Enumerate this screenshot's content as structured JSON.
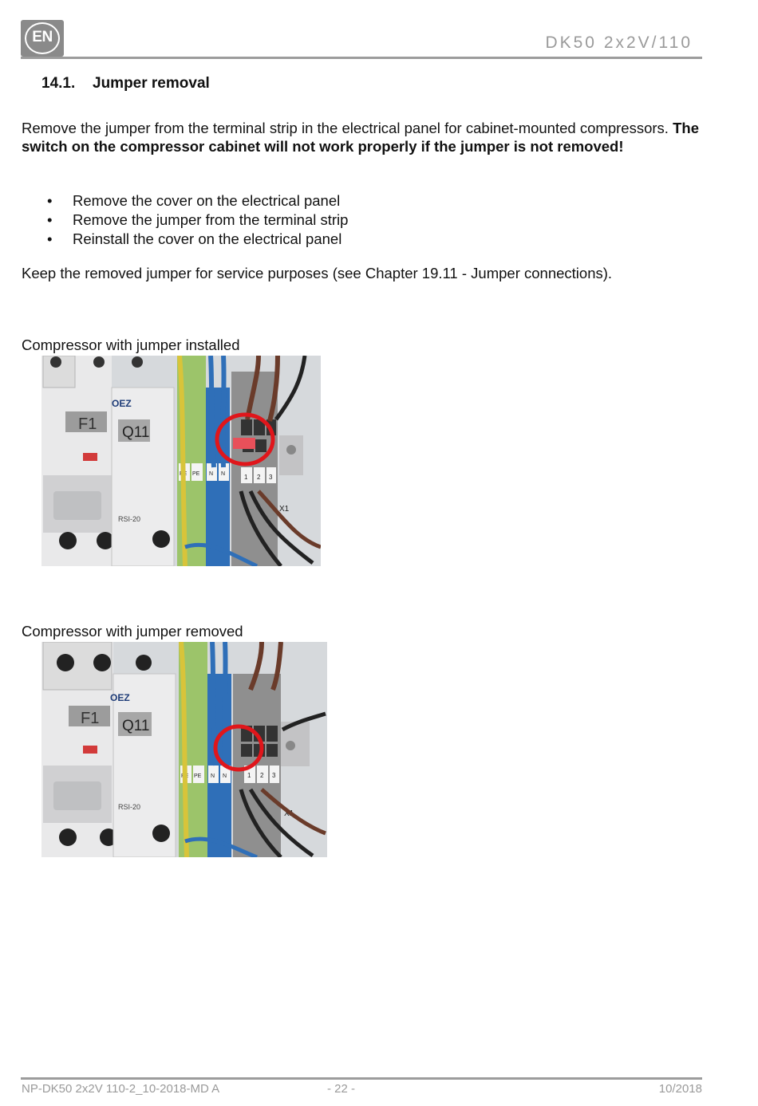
{
  "header": {
    "language_badge": "EN",
    "document_code": "DK50 2x2V/110"
  },
  "section": {
    "number": "14.1.",
    "title": "Jumper removal"
  },
  "intro": {
    "text": "Remove the jumper from the terminal strip in the electrical panel for cabinet-mounted compressors.",
    "warning": "The switch on the compressor cabinet will not work properly if the jumper is not removed!"
  },
  "steps": [
    "Remove the cover on the electrical panel",
    "Remove the jumper from the terminal strip",
    "Reinstall the cover on the electrical panel"
  ],
  "note": "Keep the removed jumper for service purposes (see Chapter 19.11 - Jumper connections).",
  "figures": [
    {
      "caption": "Compressor with jumper installed",
      "labels": {
        "f1": "F1",
        "q11": "Q11",
        "brand": "OEZ",
        "model": "RSI-20",
        "pe1": "PE",
        "pe2": "PE",
        "n1": "N",
        "n2": "N",
        "t1": "1",
        "t2": "2",
        "t3": "3",
        "x1": "X1"
      }
    },
    {
      "caption": "Compressor with jumper removed",
      "labels": {
        "f1": "F1",
        "q11": "Q11",
        "brand": "OEZ",
        "model": "RSI-20",
        "pe1": "PE",
        "pe2": "PE",
        "n1": "N",
        "n2": "N",
        "t1": "1",
        "t2": "2",
        "t3": "3",
        "x1": "X1"
      }
    }
  ],
  "footer": {
    "doc_id": "NP-DK50 2x2V 110-2_10-2018-MD A",
    "page": "- 22 -",
    "date": "10/2018"
  },
  "colors": {
    "highlight_circle": "#e0161b",
    "jumper": "#e8505a",
    "rule": "#9c9c9c"
  }
}
